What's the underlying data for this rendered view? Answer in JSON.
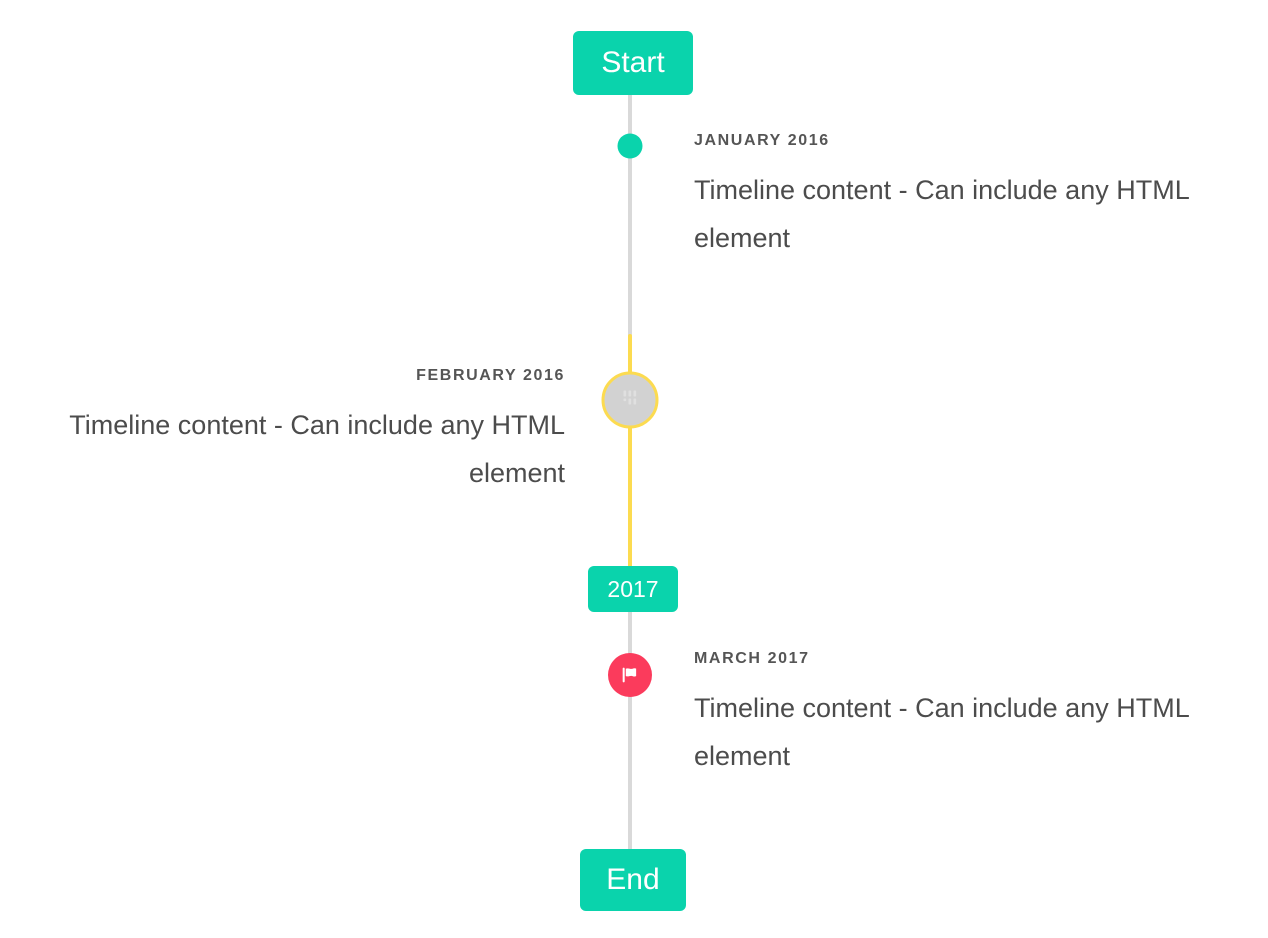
{
  "timeline": {
    "start_label": "Start",
    "end_label": "End",
    "year_divider_label": "2017",
    "line_color": "#d9d9d9",
    "highlight_line_color": "#fcdb50",
    "accent_color": "#0ad3ac",
    "flag_marker_color": "#fb3b5c",
    "events": [
      {
        "date": "JANUARY 2016",
        "body": "Timeline content - Can include any HTML element",
        "side": "right",
        "marker": "dot-marker"
      },
      {
        "date": "FEBRUARY 2016",
        "body": "Timeline content - Can include any HTML element",
        "side": "left",
        "marker": "broken-image-marker"
      },
      {
        "date": "MARCH 2017",
        "body": "Timeline content - Can include any HTML element",
        "side": "right",
        "marker": "flag-marker"
      }
    ]
  }
}
